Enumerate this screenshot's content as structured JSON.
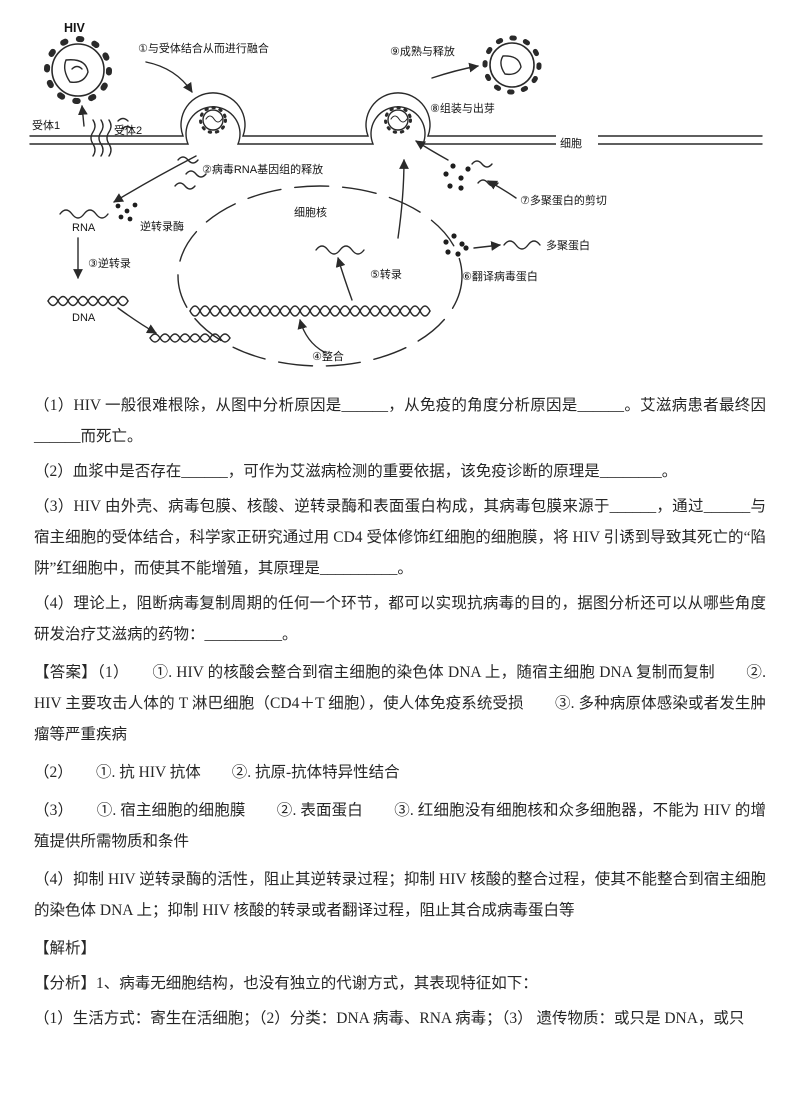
{
  "page": {
    "background": "#ffffff",
    "text_color": "#262626",
    "line_color": "#2a2a2a"
  },
  "diagram": {
    "hiv": "HIV",
    "receptor1": "受体1",
    "receptor2": "受体2",
    "cell": "细胞",
    "nucleus": "细胞核",
    "rna": "RNA",
    "dna": "DNA",
    "reverse_transcriptase": "逆转录酶",
    "polyprotein": "多聚蛋白",
    "step1": "①与受体结合从而进行融合",
    "step2": "②病毒RNA基因组的释放",
    "step3": "③逆转录",
    "step4": "④整合",
    "step5": "⑤转录",
    "step6": "⑥翻译病毒蛋白",
    "step7": "⑦多聚蛋白的剪切",
    "step8": "⑧组装与出芽",
    "step9": "⑨成熟与释放"
  },
  "body": {
    "q1": "（1）HIV 一般很难根除，从图中分析原因是______，从免疫的角度分析原因是______。艾滋病患者最终因______而死亡。",
    "q2": "（2）血浆中是否存在______，可作为艾滋病检测的重要依据，该免疫诊断的原理是________。",
    "q3": "（3）HIV 由外壳、病毒包膜、核酸、逆转录酶和表面蛋白构成，其病毒包膜来源于______，通过______与宿主细胞的受体结合，科学家正研究通过用 CD4 受体修饰红细胞的细胞膜，将 HIV 引诱到导致其死亡的“陷阱”红细胞中，而使其不能增殖，其原理是__________。",
    "q4": "（4）理论上，阻断病毒复制周期的任何一个环节，都可以实现抗病毒的目的，据图分析还可以从哪些角度研发治疗艾滋病的药物：__________。",
    "ans1": "【答案】（1）　　①. HIV 的核酸会整合到宿主细胞的染色体 DNA 上，随宿主细胞 DNA 复制而复制　　②. HIV 主要攻击人体的 T 淋巴细胞（CD4＋T 细胞），使人体免疫系统受损　　③. 多种病原体感染或者发生肿瘤等严重疾病",
    "ans2": "（2）　　①. 抗 HIV 抗体　　②. 抗原-抗体特异性结合",
    "ans3": "（3）　　①. 宿主细胞的细胞膜　　②. 表面蛋白　　③. 红细胞没有细胞核和众多细胞器，不能为 HIV 的增殖提供所需物质和条件",
    "ans4": "（4）抑制 HIV 逆转录酶的活性，阻止其逆转录过程；抑制 HIV 核酸的整合过程，使其不能整合到宿主细胞的染色体 DNA 上；抑制 HIV 核酸的转录或者翻译过程，阻止其合成病毒蛋白等",
    "analysis_title": "【解析】",
    "analysis_intro": "【分析】1、病毒无细胞结构，也没有独立的代谢方式，其表现特征如下：",
    "analysis_point": "（1）生活方式：寄生在活细胞；（2）分类：DNA 病毒、RNA 病毒；（3） 遗传物质：或只是 DNA，或只"
  }
}
